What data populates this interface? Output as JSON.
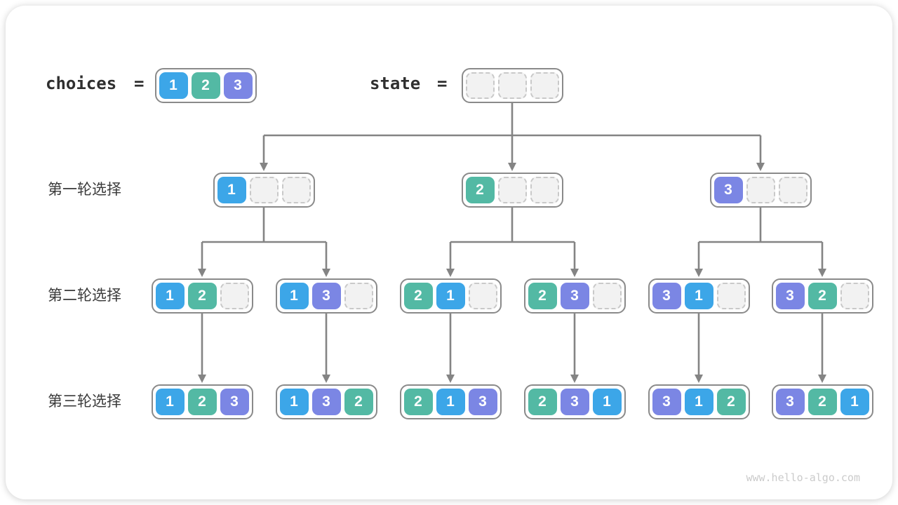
{
  "header": {
    "choices_label": "choices",
    "equals": "=",
    "state_label": "state",
    "choices": [
      1,
      2,
      3
    ],
    "state_slots": 3
  },
  "rows": [
    {
      "label": "第一轮选择",
      "nodes": [
        [
          1,
          null,
          null
        ],
        [
          2,
          null,
          null
        ],
        [
          3,
          null,
          null
        ]
      ]
    },
    {
      "label": "第二轮选择",
      "nodes": [
        [
          1,
          2,
          null
        ],
        [
          1,
          3,
          null
        ],
        [
          2,
          1,
          null
        ],
        [
          2,
          3,
          null
        ],
        [
          3,
          1,
          null
        ],
        [
          3,
          2,
          null
        ]
      ]
    },
    {
      "label": "第三轮选择",
      "nodes": [
        [
          1,
          2,
          3
        ],
        [
          1,
          3,
          2
        ],
        [
          2,
          1,
          3
        ],
        [
          2,
          3,
          1
        ],
        [
          3,
          1,
          2
        ],
        [
          3,
          2,
          1
        ]
      ]
    }
  ],
  "watermark": "www.hello-algo.com",
  "colors": {
    "value_1": "#3ca6e8",
    "value_2": "#53b9a4",
    "value_3": "#7b86e4",
    "connector": "#848484",
    "empty_fill": "#f2f2f2",
    "empty_border": "#c9c9c9",
    "container_border": "#8a8a8a",
    "label_text": "#3a3a3a",
    "watermark_text": "#cbcbcb"
  }
}
